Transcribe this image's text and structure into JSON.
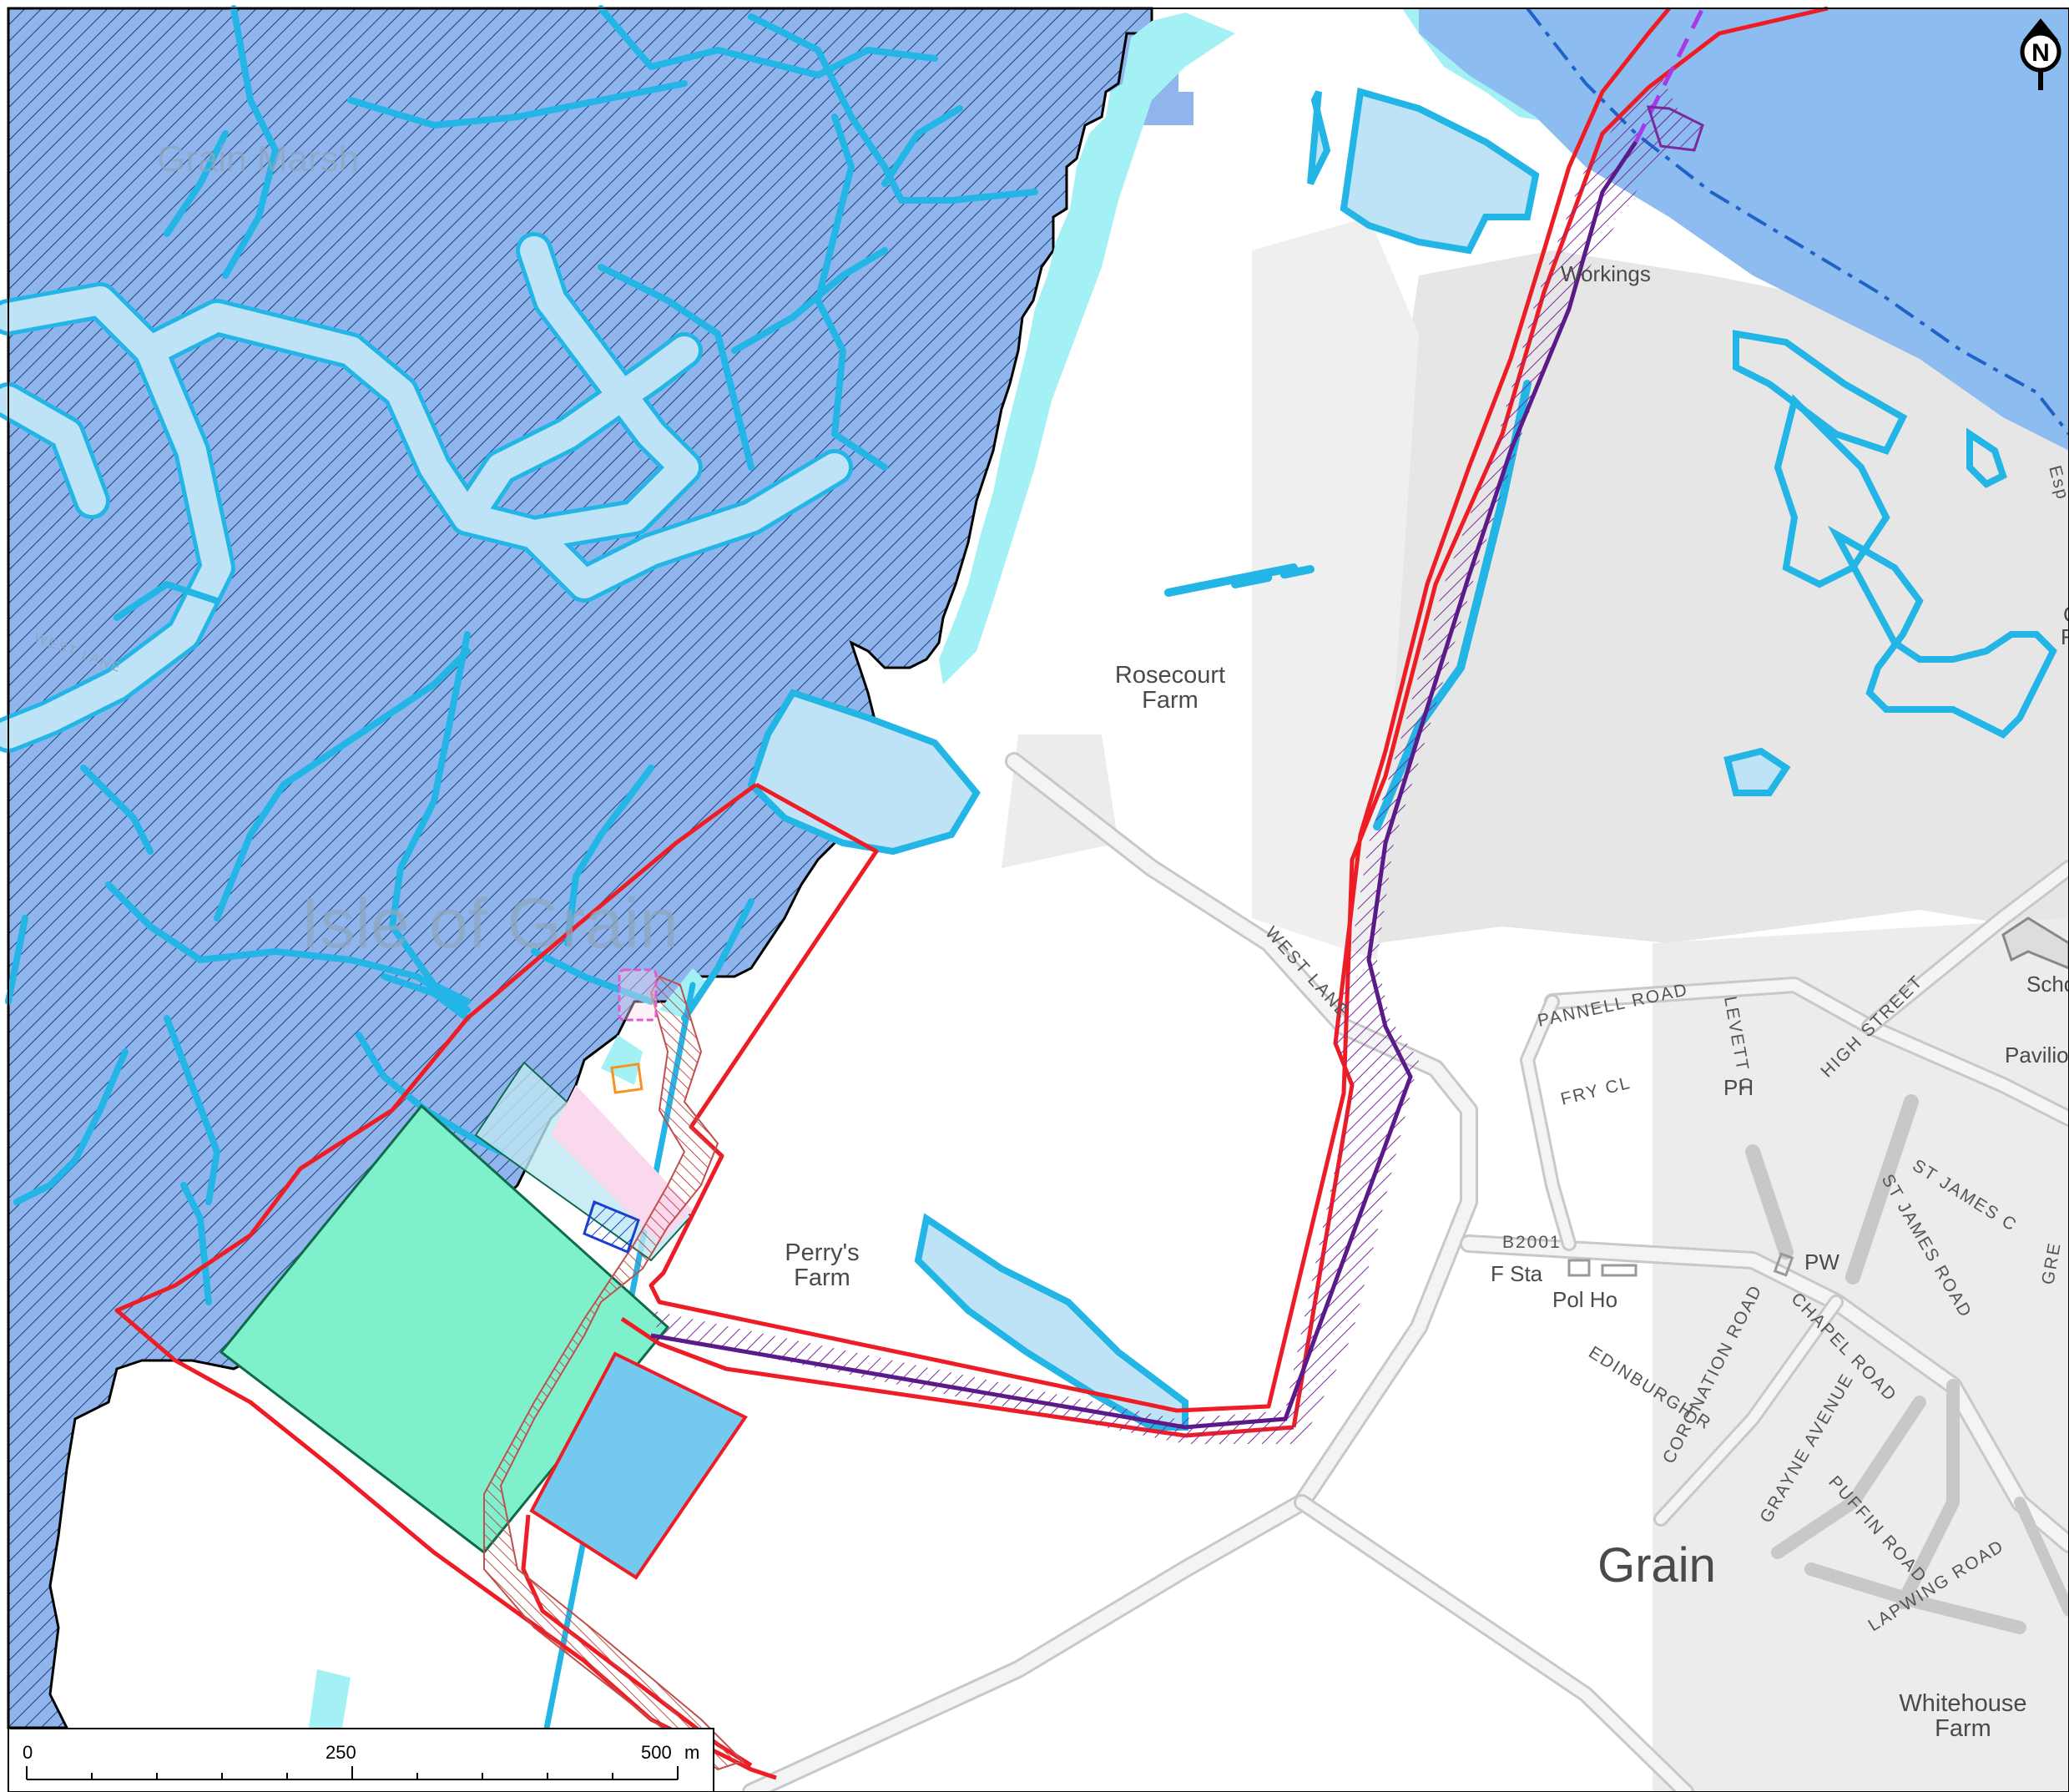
{
  "colors": {
    "marsh_blue": "#8fb5ec",
    "hatch": "#1f3f77",
    "water_light": "#bfe3f6",
    "water_stroke": "#22b5e6",
    "fringe_cyan": "#a3f1f4",
    "estuary_blue": "#8dbcf0",
    "boundary_red": "#ee1c24",
    "corridor_purple": "#5a1a8a",
    "green_zone": "#7ff0cc",
    "pink_zone": "#fad9ee",
    "blue_rect": "#74c9ee",
    "grey_area": "#e6e6e6",
    "road_grey": "#c8c8c8"
  },
  "labels": {
    "isle_of_grain": "Isle of Grain",
    "grain_marsh": "Grain Marsh",
    "west_lane_faint": "WEST LANE",
    "rosecourt_farm_1": "Rosecourt",
    "rosecourt_farm_2": "Farm",
    "perrys_farm_1": "Perry's",
    "perrys_farm_2": "Farm",
    "workings": "Workings",
    "grain": "Grain",
    "whitehouse_farm_1": "Whitehouse",
    "whitehouse_farm_2": "Farm",
    "pavilion": "Pavilio",
    "school": "Scho",
    "west_lane": "WEST LANE",
    "pannell_road": "PANNELL ROAD",
    "levett_cl": "LEVETT C",
    "fry_cl": "FRY CL",
    "high_street": "HIGH STREET",
    "ph": "PH",
    "pw": "PW",
    "b2001": "B2001",
    "f_sta": "F Sta",
    "pol_ho": "Pol Ho",
    "st_james_road": "ST JAMES ROAD",
    "st_james_cl": "ST JAMES C",
    "chapel_road": "CHAPEL ROAD",
    "coronation_road": "CORONATION ROAD",
    "edinburgh_r": "EDINBURGH R",
    "grayne_avenue": "GRAYNE AVENUE",
    "puffin_road": "PUFFIN ROAD",
    "lapwing_road": "LAPWING ROAD",
    "gre": "GRE",
    "esp": "Esp",
    "edge_c": "C",
    "edge_f": "F"
  },
  "scale_bar": {
    "label_0": "0",
    "label_250": "250",
    "label_500": "500",
    "unit": "m"
  },
  "north_arrow": {
    "letter": "N",
    "icon": "north-arrow-icon"
  }
}
